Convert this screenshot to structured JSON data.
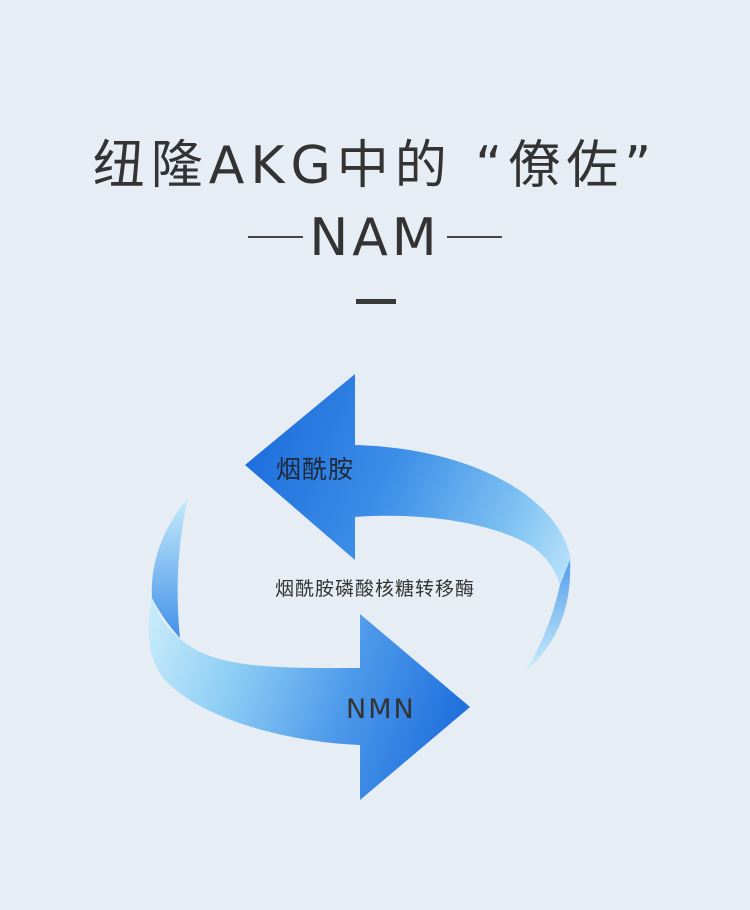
{
  "title": {
    "line1": "纽隆AKG中的 “僚佐”",
    "line2": "NAM"
  },
  "diagram": {
    "top_label": "烟酰胺",
    "center_label": "烟酰胺磷酸核糖转移酶",
    "bottom_label": "NMN"
  },
  "colors": {
    "background": "#e6edf5",
    "arrow_dark": "#1f74e0",
    "arrow_light": "#b9e4fb",
    "text": "#333333"
  }
}
